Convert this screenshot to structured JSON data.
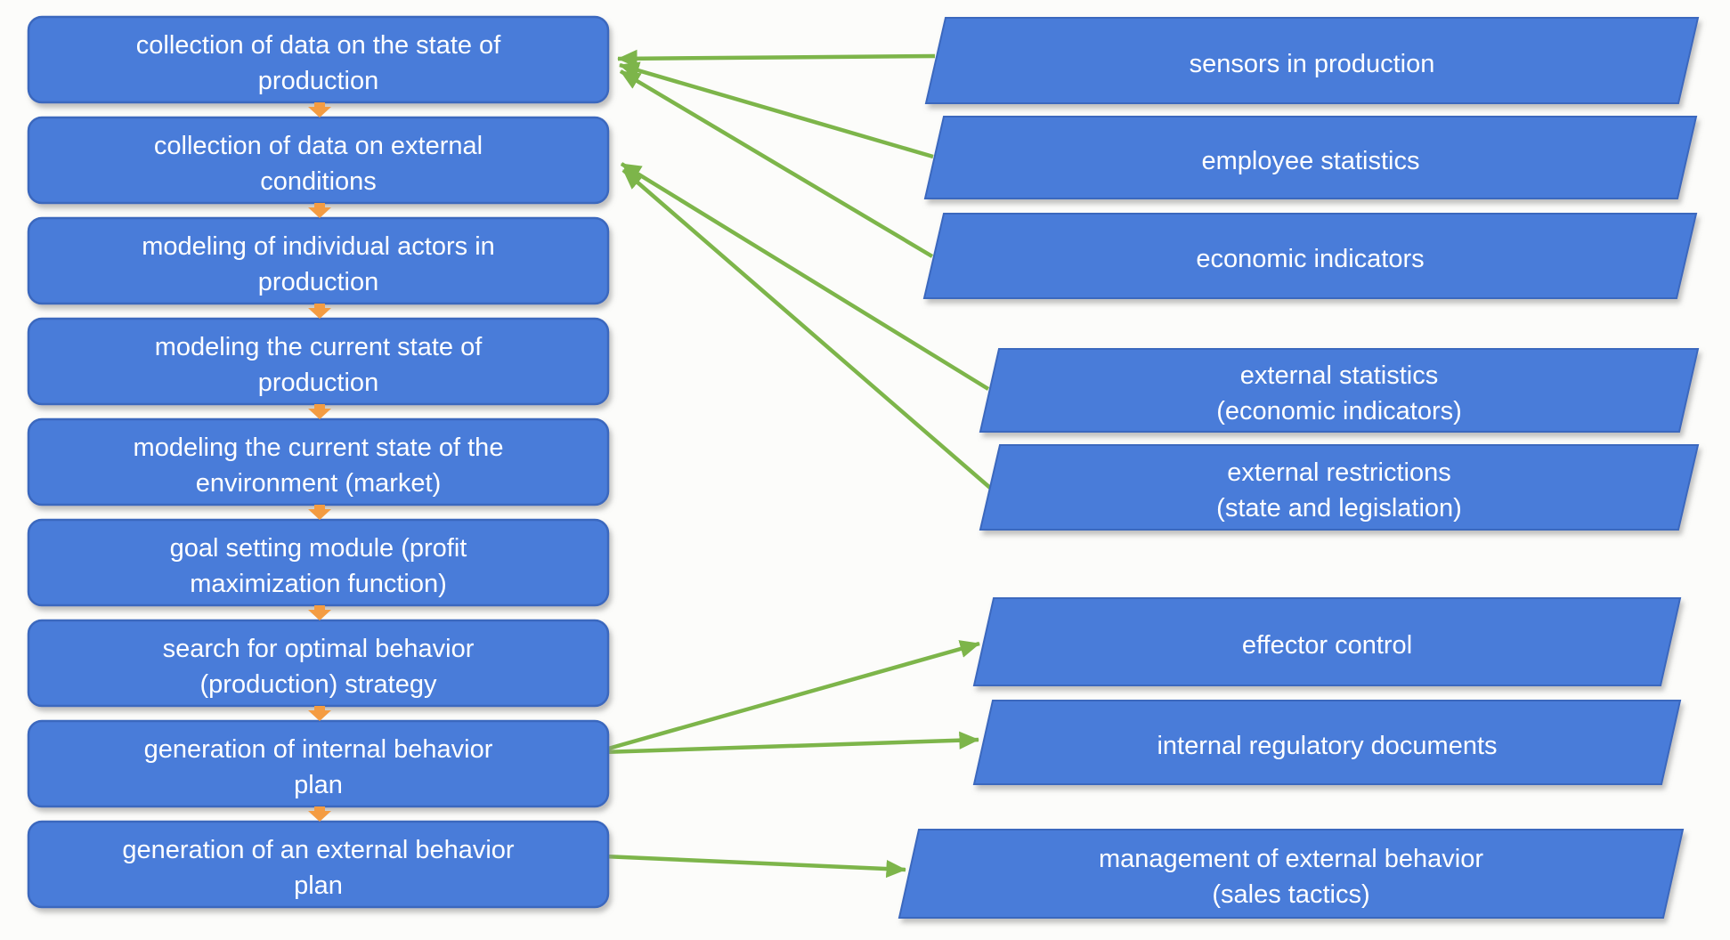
{
  "diagram": {
    "type": "flowchart",
    "description": "Control-system flow of production steps (left) with external inputs and outputs (right)",
    "colors": {
      "box_fill": "#4a7cd9",
      "box_border": "#3a67be",
      "text": "#ffffff",
      "green": "#7db54a",
      "orange": "#f49c42",
      "bg": "#fcfcfa"
    },
    "flow_steps": [
      {
        "label": "collection of data on the state of\nproduction"
      },
      {
        "label": "collection of data on external\nconditions"
      },
      {
        "label": "modeling of individual actors in\nproduction"
      },
      {
        "label": "modeling the current state of\nproduction"
      },
      {
        "label": "modeling the current state of the\nenvironment (market)"
      },
      {
        "label": "goal setting module (profit\nmaximization function)"
      },
      {
        "label": "search for optimal behavior\n(production) strategy"
      },
      {
        "label": "generation of internal behavior\nplan"
      },
      {
        "label": "generation of an external behavior\nplan"
      }
    ],
    "io_items": [
      {
        "label": "sensors in production"
      },
      {
        "label": "employee statistics"
      },
      {
        "label": "economic indicators"
      },
      {
        "label": "external statistics\n(economic indicators)"
      },
      {
        "label": "external restrictions\n(state and legislation)"
      },
      {
        "label": "effector control"
      },
      {
        "label": "internal regulatory documents"
      },
      {
        "label": "management of external behavior\n(sales tactics)"
      }
    ],
    "connections": {
      "flow_chain": "each flow step points down to the next step with an orange arrow",
      "inputs": [
        {
          "from": "sensors in production",
          "to": "collection of data on the state of production"
        },
        {
          "from": "employee statistics",
          "to": "collection of data on the state of production"
        },
        {
          "from": "economic indicators",
          "to": "collection of data on the state of production"
        },
        {
          "from": "external statistics (economic indicators)",
          "to": "collection of data on external conditions"
        },
        {
          "from": "external restrictions (state and legislation)",
          "to": "collection of data on external conditions"
        }
      ],
      "outputs": [
        {
          "from": "generation of internal behavior plan",
          "to": "effector control"
        },
        {
          "from": "generation of internal behavior plan",
          "to": "internal regulatory documents"
        },
        {
          "from": "generation of an external behavior plan",
          "to": "management of external behavior (sales tactics)"
        }
      ]
    }
  }
}
